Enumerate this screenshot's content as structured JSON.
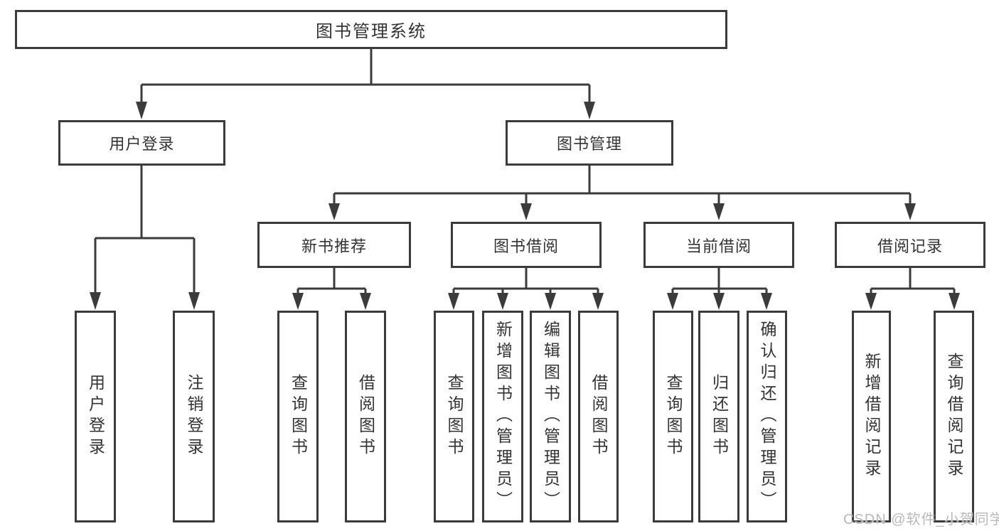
{
  "diagram": {
    "nodes": {
      "root": "图书管理系统",
      "user_login": "用户登录",
      "book_management": "图书管理",
      "new_book_recommend": "新书推荐",
      "book_borrow": "图书借阅",
      "current_borrow": "当前借阅",
      "borrow_records": "借阅记录",
      "leaf_user_login": "用户登录",
      "leaf_logout": "注销登录",
      "leaf_query_books_1": "查询图书",
      "leaf_borrow_books_1": "借阅图书",
      "leaf_query_books_2": "查询图书",
      "leaf_add_books_admin": "新增图书（管理员）",
      "leaf_edit_books_admin": "编辑图书（管理员）",
      "leaf_borrow_books_2": "借阅图书",
      "leaf_query_books_3": "查询图书",
      "leaf_return_books": "归还图书",
      "leaf_confirm_return_admin": "确认归还（管理员）",
      "leaf_add_borrow_record": "新增借阅记录",
      "leaf_query_borrow_record": "查询借阅记录"
    },
    "colors": {
      "line": "#3b3b3b",
      "text": "#333333",
      "watermark": "#b9b9b9"
    },
    "watermark": "CSDN @软件_小贺同学"
  }
}
